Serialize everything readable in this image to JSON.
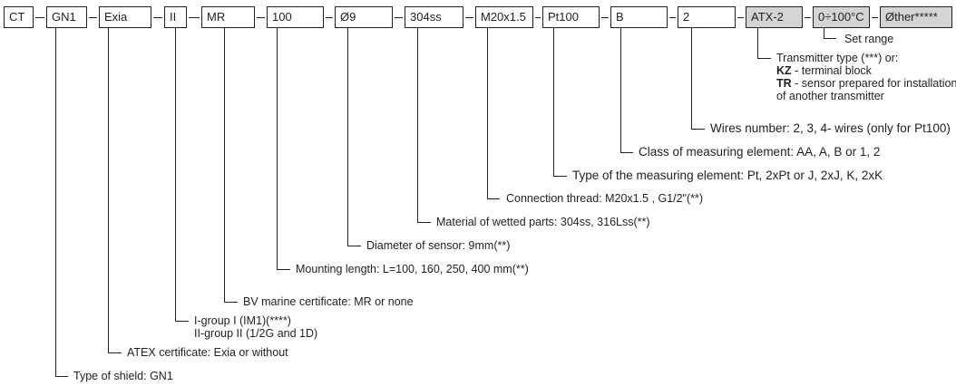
{
  "codes": [
    {
      "text": "CT",
      "shaded": false
    },
    {
      "text": "GN1",
      "shaded": false
    },
    {
      "text": "Exia",
      "shaded": false
    },
    {
      "text": "II",
      "shaded": false
    },
    {
      "text": "MR",
      "shaded": false
    },
    {
      "text": "100",
      "shaded": false
    },
    {
      "text": "Ø9",
      "shaded": false
    },
    {
      "text": "304ss",
      "shaded": false
    },
    {
      "text": "M20x1.5",
      "shaded": false
    },
    {
      "text": "Pt100",
      "shaded": false
    },
    {
      "text": "B",
      "shaded": false
    },
    {
      "text": "2",
      "shaded": false
    },
    {
      "text": "ATX-2",
      "shaded": true
    },
    {
      "text": "0÷100°C",
      "shaded": true
    },
    {
      "text": "Øther*****",
      "shaded": true
    }
  ],
  "labels": {
    "set_range": "Set range",
    "transmitter_type": "Transmitter type (***) or:",
    "kz_code": "KZ",
    "kz_text": " - terminal block",
    "tr_code": "TR",
    "tr_text": " - sensor prepared for installation",
    "tr_text_2": "of another transmitter",
    "wires": "Wires number: 2, 3, 4- wires (only for Pt100)",
    "class": "Class of measuring element: AA, A, B or 1, 2",
    "element_type": "Type of the measuring element: Pt, 2xPt or J, 2xJ, K, 2xK",
    "thread": "Connection thread: M20x1.5 , G1/2\"(**)",
    "material": "Material of wetted parts: 304ss, 316Lss(**)",
    "diameter": "Diameter of sensor: 9mm(**)",
    "mounting": "Mounting length: L=100, 160, 250, 400 mm(**)",
    "marine": "BV marine certificate: MR or none",
    "group_1": "I-group I (IM1)(****)",
    "group_2": "II-group II (1/2G and 1D)",
    "atex": "ATEX certificate: Exia or without",
    "shield": "Type of shield: GN1"
  }
}
